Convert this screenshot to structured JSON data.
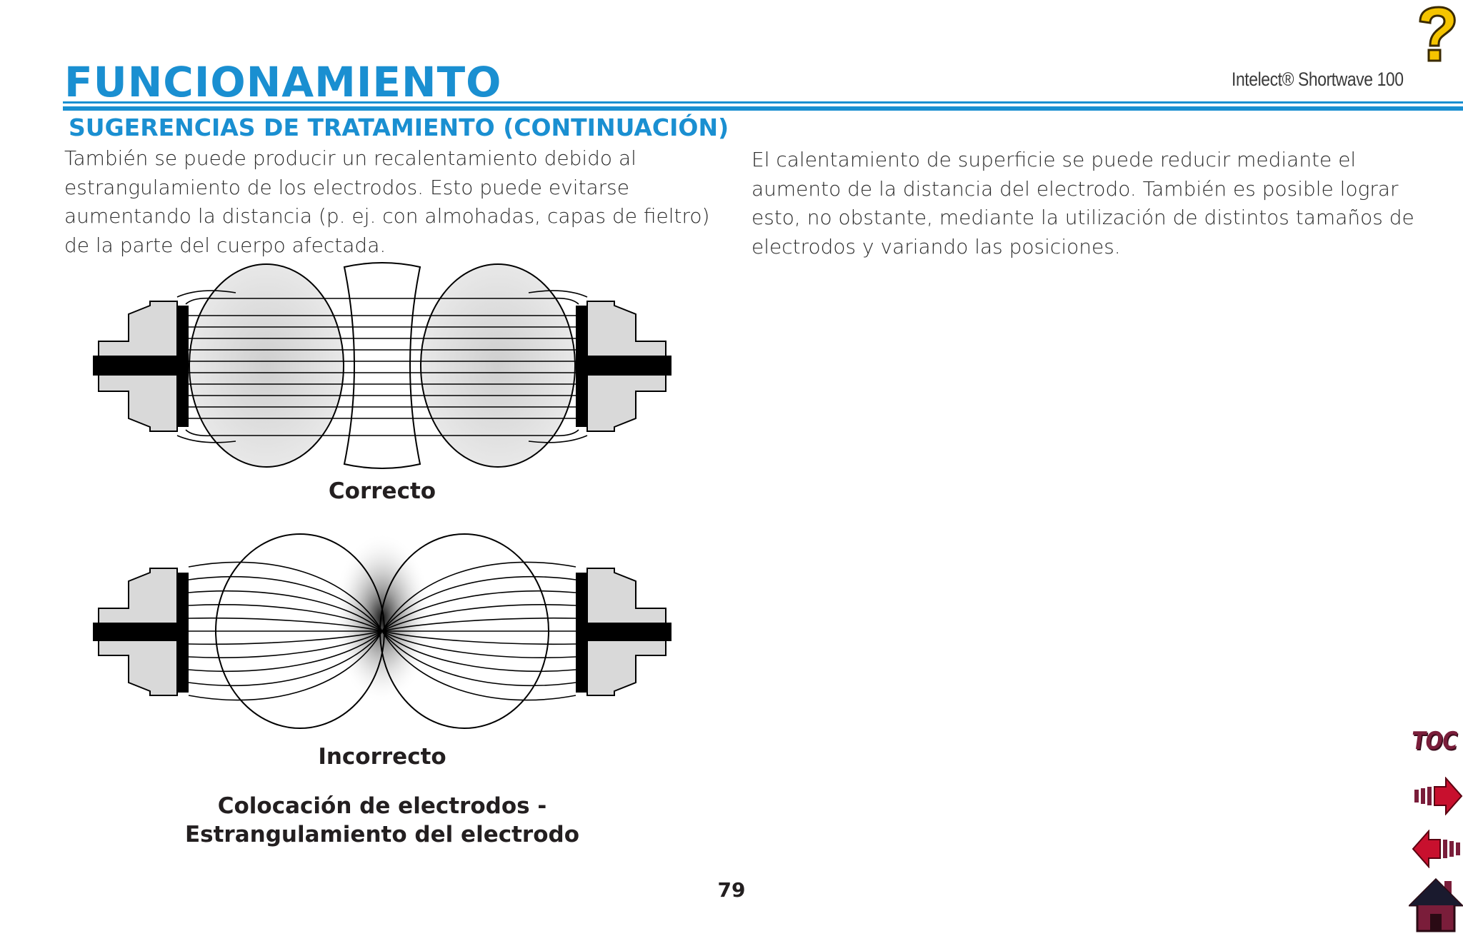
{
  "header": {
    "title": "FUNCIONAMIENTO",
    "product": "Intelect® Shortwave 100"
  },
  "section": {
    "title": "SUGERENCIAS DE TRATAMIENTO (CONTINUACIÓN)"
  },
  "body": {
    "left_paragraph": "También se puede producir un recalentamiento debido al estrangulamiento de los electrodos. Esto puede evitarse aumentando la distancia (p. ej. con almohadas, capas de fieltro) de la parte del cuerpo afectada.",
    "right_paragraph": "El calentamiento de superficie se puede reducir mediante el aumento de la distancia del electrodo. También es posible lograr esto, no obstante, mediante la utilización de distintos tamaños de electrodos y variando las posiciones."
  },
  "figure": {
    "caption_correct": "Correcto",
    "caption_incorrect": "Incorrecto",
    "caption_line1": "Colocación de electrodos -",
    "caption_line2": "Estrangulamiento del electrodo"
  },
  "footer": {
    "page_number": "79"
  },
  "nav": {
    "toc_label": "TOC",
    "help_icon": "question-mark-icon",
    "next_icon": "arrow-right-icon",
    "prev_icon": "arrow-left-icon",
    "home_icon": "home-icon"
  },
  "colors": {
    "accent": "#1a8fd1",
    "nav_red": "#c8102e",
    "nav_maroon": "#7a1d3a",
    "help_yellow": "#f5c400"
  }
}
